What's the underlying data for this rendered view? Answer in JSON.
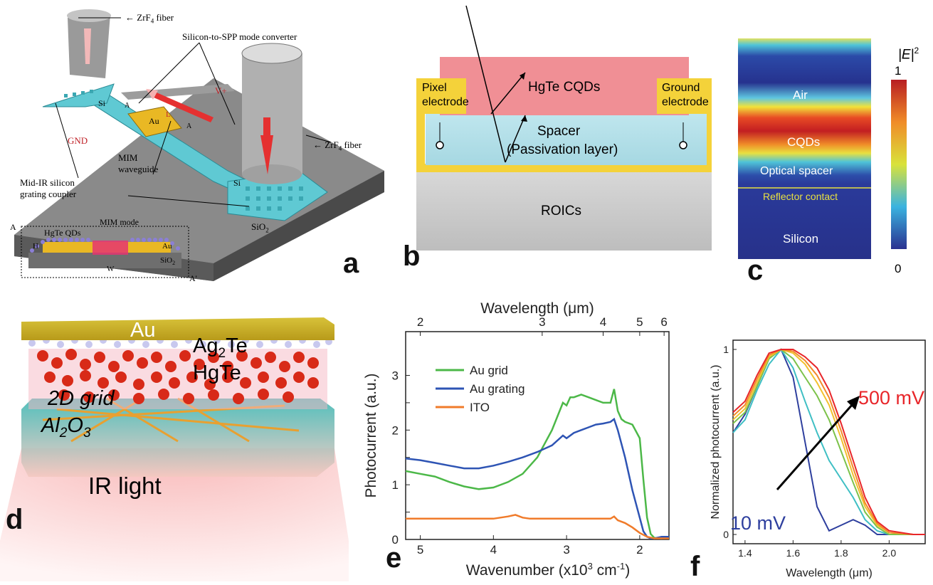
{
  "panel_a": {
    "label": "a",
    "fiber_top_label": "ZrF",
    "fiber_top_sub": "4",
    "fiber_top_suffix": " fiber",
    "fiber_right_label": "ZrF",
    "fiber_right_sub": "4",
    "fiber_right_suffix": " fiber",
    "converter_label": "Silicon-to-SPP mode converter",
    "mim_waveguide_label": "MIM\nwaveguide",
    "grating_label": "Mid-IR silicon\ngrating coupler",
    "gnd": "GND",
    "vplus": "V+",
    "si_left": "Si",
    "si_right": "Si",
    "au": "Au",
    "l": "L",
    "a_mark": "A",
    "a_mark2": "A",
    "sio2_main": "SiO",
    "sio2_main_sub": "2",
    "inset": {
      "a": "A",
      "a_prime": "A'",
      "hgte": "HgTe QDs",
      "mim_mode": "MIM mode",
      "h": "H",
      "w": "W",
      "au": "Au",
      "sio2": "SiO",
      "sio2_sub": "2"
    }
  },
  "panel_b": {
    "label": "b",
    "cqds": "HgTe CQDs",
    "pixel_electrode": "Pixel electrode",
    "ground_electrode": "Ground electrode",
    "spacer_1": "Spacer",
    "spacer_2": "(Passivation layer)",
    "roics": "ROICs"
  },
  "panel_c": {
    "label": "c",
    "air": "Air",
    "cqds": "CQDs",
    "optical_spacer": "Optical spacer",
    "reflector": "Reflector contact",
    "silicon": "Silicon",
    "colorbar_title": "|E|",
    "colorbar_title_sup": "2",
    "colorbar_max": "1",
    "colorbar_min": "0"
  },
  "panel_d": {
    "label": "d",
    "au": "Au",
    "ag2te_a": "Ag",
    "ag2te_sub": "2",
    "ag2te_b": "Te",
    "hgte": "HgTe",
    "grid": "2D grid",
    "al2o3_a": "Al",
    "al2o3_sub1": "2",
    "al2o3_b": "O",
    "al2o3_sub2": "3",
    "ir": "IR light"
  },
  "chart_data": [
    {
      "type": "line",
      "id": "e",
      "label": "e",
      "top_axis_label": "Wavelength (μm)",
      "top_ticks": [
        "2",
        "3",
        "4",
        "5",
        "6"
      ],
      "xlabel": "Wavenumber (x10",
      "xlabel_sup": "3",
      "xlabel_mid": " cm",
      "xlabel_sup2": "-1",
      "xlabel_end": ")",
      "ylabel": "Photocurrent (a.u.)",
      "xlim": [
        5.2,
        1.6
      ],
      "ylim": [
        0,
        3.8
      ],
      "x_ticks": [
        5,
        4,
        3,
        2
      ],
      "y_ticks": [
        0,
        0.5,
        1,
        1.5,
        2,
        2.5,
        3
      ],
      "y_tick_labels": [
        "0",
        "",
        "1",
        "",
        "2",
        "",
        "3"
      ],
      "colors": {
        "Au grid": "#4cb848",
        "Au grating": "#2e54b4",
        "ITO": "#f07b2a"
      },
      "series": [
        {
          "name": "Au grid",
          "x": [
            5.2,
            5.0,
            4.8,
            4.6,
            4.4,
            4.2,
            4.0,
            3.8,
            3.6,
            3.4,
            3.2,
            3.05,
            3.0,
            2.95,
            2.9,
            2.8,
            2.7,
            2.6,
            2.5,
            2.4,
            2.35,
            2.3,
            2.25,
            2.2,
            2.1,
            2.0,
            1.95,
            1.9,
            1.85,
            1.8,
            1.7,
            1.6
          ],
          "y": [
            1.25,
            1.2,
            1.15,
            1.05,
            0.97,
            0.92,
            0.95,
            1.05,
            1.2,
            1.5,
            2.0,
            2.5,
            2.45,
            2.6,
            2.6,
            2.65,
            2.6,
            2.55,
            2.5,
            2.5,
            2.75,
            2.35,
            2.2,
            2.15,
            2.1,
            1.85,
            1.1,
            0.4,
            0.1,
            0.03,
            0.02,
            0.05
          ]
        },
        {
          "name": "Au grating",
          "x": [
            5.2,
            5.0,
            4.8,
            4.6,
            4.4,
            4.2,
            4.0,
            3.8,
            3.6,
            3.4,
            3.2,
            3.05,
            3.0,
            2.9,
            2.8,
            2.7,
            2.6,
            2.5,
            2.4,
            2.35,
            2.3,
            2.2,
            2.1,
            2.0,
            1.95,
            1.9,
            1.85,
            1.8,
            1.7,
            1.6
          ],
          "y": [
            1.48,
            1.45,
            1.4,
            1.35,
            1.3,
            1.3,
            1.35,
            1.42,
            1.5,
            1.6,
            1.72,
            1.9,
            1.85,
            1.95,
            2.0,
            2.05,
            2.1,
            2.12,
            2.15,
            2.2,
            2.0,
            1.5,
            0.9,
            0.4,
            0.15,
            0.05,
            0.02,
            0.02,
            0.05,
            0.05
          ]
        },
        {
          "name": "ITO",
          "x": [
            5.2,
            5.0,
            4.5,
            4.0,
            3.8,
            3.7,
            3.6,
            3.5,
            3.0,
            2.5,
            2.4,
            2.35,
            2.3,
            2.2,
            2.1,
            2.0,
            1.9,
            1.8,
            1.7,
            1.6
          ],
          "y": [
            0.38,
            0.38,
            0.38,
            0.38,
            0.42,
            0.45,
            0.4,
            0.38,
            0.38,
            0.38,
            0.38,
            0.42,
            0.35,
            0.3,
            0.22,
            0.12,
            0.05,
            0.02,
            0.02,
            0.02
          ]
        }
      ]
    },
    {
      "type": "line",
      "id": "f",
      "label": "f",
      "xlabel": "Wavelength (μm)",
      "ylabel": "Normalized photocurrent (a.u.)",
      "xlim": [
        1.35,
        2.15
      ],
      "ylim": [
        -0.05,
        1.05
      ],
      "x_ticks": [
        1.4,
        1.6,
        1.8,
        2.0
      ],
      "y_ticks": [
        0,
        1
      ],
      "annotation_high": "500 mV",
      "annotation_low": "10 mV",
      "colors": {
        "10 mV": "#2e3f9e",
        "c2": "#3fbfc4",
        "c3": "#7cc24a",
        "c4": "#f2c12e",
        "c5": "#f28a2a",
        "500 mV": "#e8262a"
      },
      "series": [
        {
          "name": "10 mV",
          "x": [
            1.35,
            1.4,
            1.45,
            1.5,
            1.55,
            1.6,
            1.65,
            1.7,
            1.75,
            1.8,
            1.85,
            1.9,
            1.95,
            2.0,
            2.1,
            2.15
          ],
          "y": [
            0.55,
            0.65,
            0.8,
            0.95,
            1.0,
            0.85,
            0.5,
            0.15,
            0.02,
            0.05,
            0.08,
            0.05,
            0.0,
            0.0,
            0.0,
            0.0
          ]
        },
        {
          "x": [
            1.35,
            1.4,
            1.45,
            1.5,
            1.55,
            1.6,
            1.65,
            1.7,
            1.75,
            1.8,
            1.85,
            1.9,
            1.95,
            2.0,
            2.1,
            2.15
          ],
          "y": [
            0.55,
            0.62,
            0.78,
            0.92,
            1.0,
            0.9,
            0.72,
            0.55,
            0.4,
            0.3,
            0.2,
            0.08,
            0.02,
            0.0,
            0.0,
            0.0
          ]
        },
        {
          "x": [
            1.35,
            1.4,
            1.45,
            1.5,
            1.55,
            1.6,
            1.65,
            1.7,
            1.75,
            1.8,
            1.85,
            1.9,
            1.95,
            2.0,
            2.1,
            2.15
          ],
          "y": [
            0.6,
            0.66,
            0.8,
            0.95,
            1.0,
            0.95,
            0.85,
            0.75,
            0.62,
            0.45,
            0.28,
            0.12,
            0.04,
            0.0,
            0.0,
            0.0
          ]
        },
        {
          "x": [
            1.35,
            1.4,
            1.45,
            1.5,
            1.55,
            1.6,
            1.65,
            1.7,
            1.75,
            1.8,
            1.85,
            1.9,
            1.95,
            2.0,
            2.1,
            2.15
          ],
          "y": [
            0.62,
            0.68,
            0.82,
            0.96,
            1.0,
            0.98,
            0.92,
            0.82,
            0.7,
            0.52,
            0.32,
            0.15,
            0.05,
            0.01,
            0.0,
            0.0
          ]
        },
        {
          "x": [
            1.35,
            1.4,
            1.45,
            1.5,
            1.55,
            1.6,
            1.65,
            1.7,
            1.75,
            1.8,
            1.85,
            1.9,
            1.95,
            2.0,
            2.1,
            2.15
          ],
          "y": [
            0.64,
            0.7,
            0.84,
            0.97,
            1.0,
            0.99,
            0.94,
            0.86,
            0.74,
            0.56,
            0.36,
            0.17,
            0.06,
            0.01,
            0.0,
            0.0
          ]
        },
        {
          "name": "500 mV",
          "x": [
            1.35,
            1.4,
            1.45,
            1.5,
            1.55,
            1.6,
            1.65,
            1.7,
            1.75,
            1.8,
            1.85,
            1.9,
            1.95,
            2.0,
            2.1,
            2.15
          ],
          "y": [
            0.66,
            0.72,
            0.86,
            0.98,
            1.0,
            1.0,
            0.96,
            0.9,
            0.78,
            0.6,
            0.4,
            0.2,
            0.07,
            0.02,
            0.0,
            0.0
          ]
        }
      ]
    }
  ]
}
